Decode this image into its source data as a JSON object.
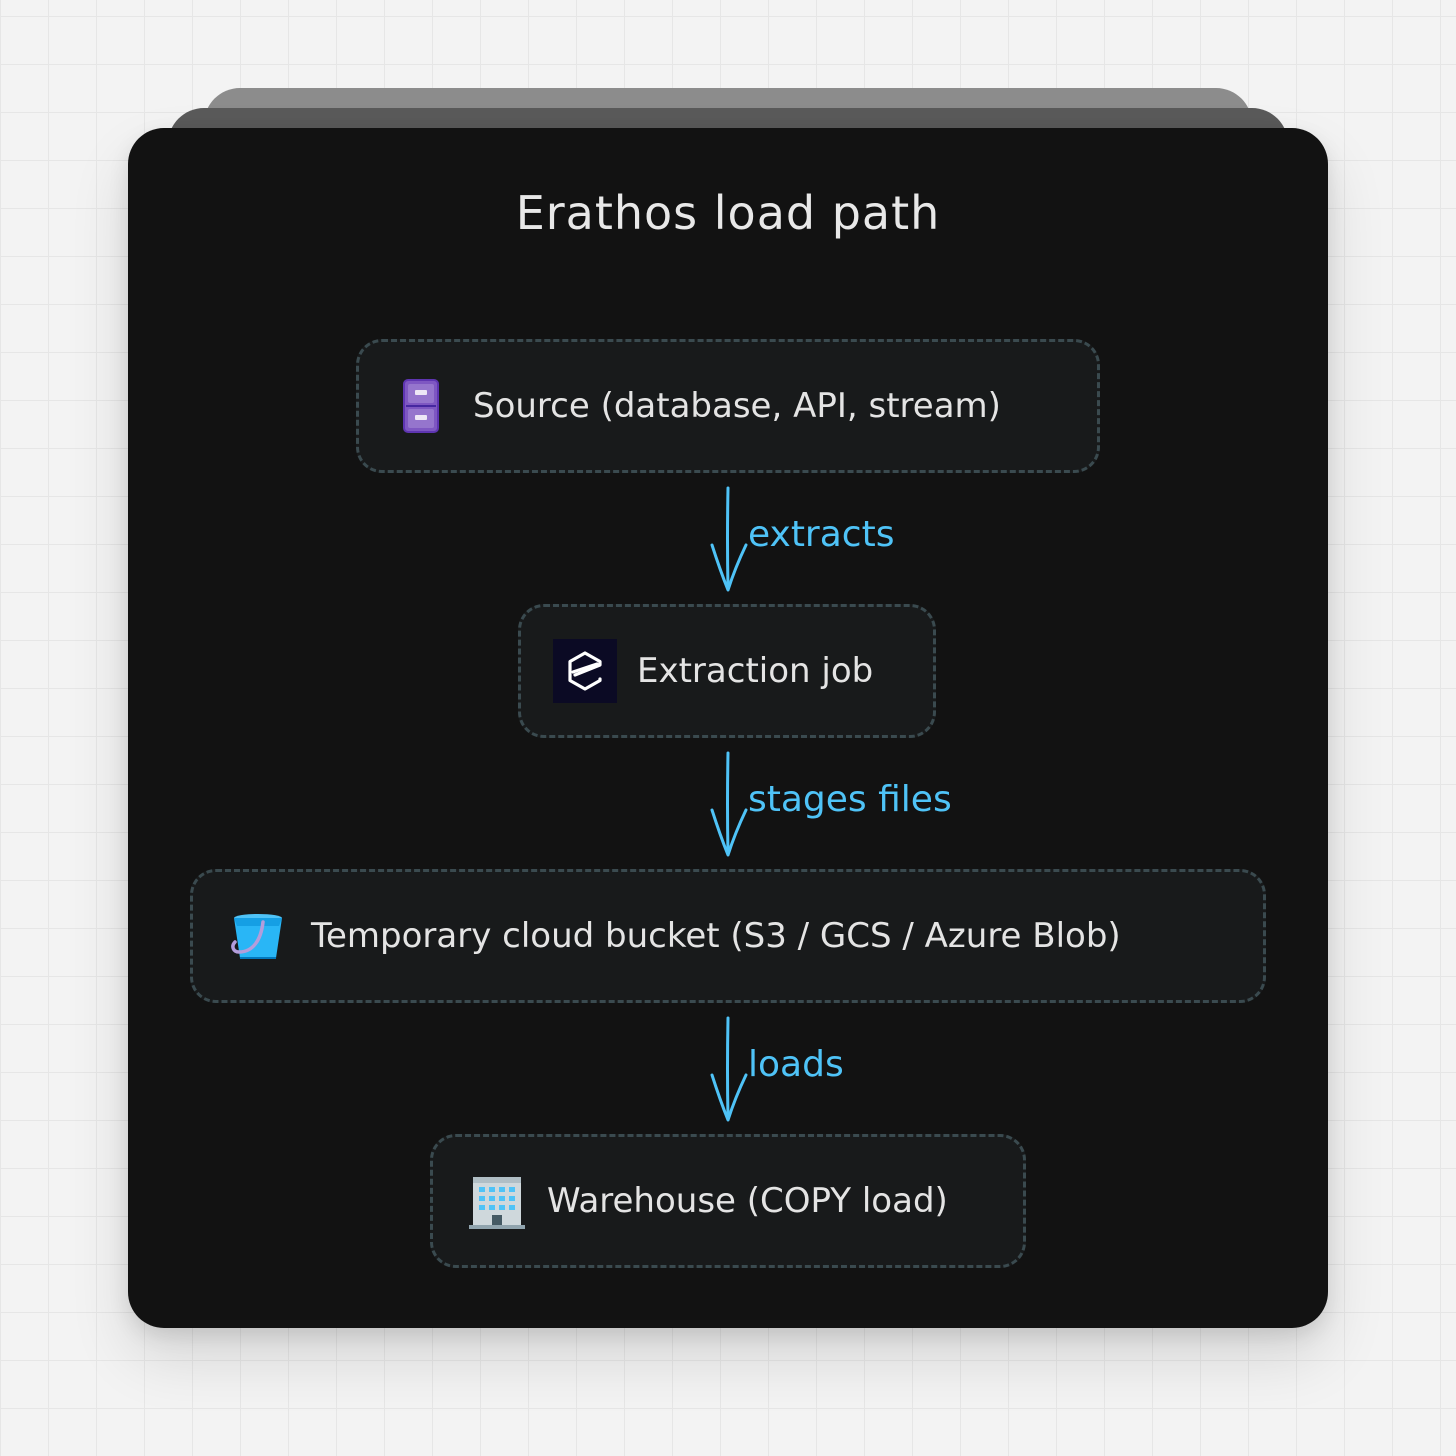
{
  "title": "Erathos load path",
  "nodes": [
    {
      "label": "Source (database, API, stream)",
      "icon": "file-cabinet-icon"
    },
    {
      "label": "Extraction job",
      "icon": "erathos-logo-icon"
    },
    {
      "label": "Temporary cloud bucket (S3 / GCS / Azure Blob)",
      "icon": "bucket-icon"
    },
    {
      "label": "Warehouse (COPY load)",
      "icon": "office-building-icon"
    }
  ],
  "edges": [
    {
      "from": "Source (database, API, stream)",
      "to": "Extraction job",
      "label": "extracts"
    },
    {
      "from": "Extraction job",
      "to": "Temporary cloud bucket (S3 / GCS / Azure Blob)",
      "label": "stages files"
    },
    {
      "from": "Temporary cloud bucket (S3 / GCS / Azure Blob)",
      "to": "Warehouse (COPY load)",
      "label": "loads"
    }
  ],
  "colors": {
    "card_background": "#121212",
    "node_background": "#181a1b",
    "node_border": "#3a4a4f",
    "text": "#e4e4e4",
    "edge": "#4fc3f7",
    "page_background": "#f3f3f3"
  }
}
